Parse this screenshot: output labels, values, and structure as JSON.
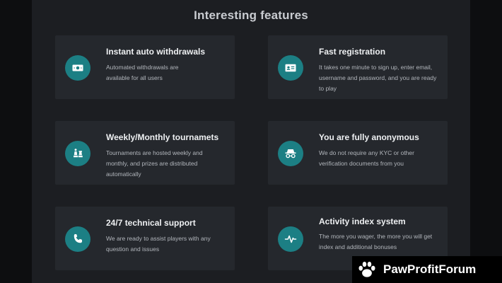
{
  "section": {
    "title": "Interesting features"
  },
  "features": [
    {
      "title": "Instant auto withdrawals",
      "description": "Automated withdrawals are available for all users",
      "icon": "money-icon"
    },
    {
      "title": "Fast registration",
      "description": "It takes one minute to sign up, enter email, username and password, and you are ready to play",
      "icon": "id-card-icon"
    },
    {
      "title": "Weekly/Monthly tournamets",
      "description": "Tournaments are hosted weekly and monthly, and prizes are distributed automatically",
      "icon": "chess-icon"
    },
    {
      "title": "You are fully anonymous",
      "description": "We do not require any KYC or other verification documents from you",
      "icon": "incognito-icon"
    },
    {
      "title": "24/7 technical support",
      "description": "We are ready to assist players with any question and issues",
      "icon": "phone-icon"
    },
    {
      "title": "Activity index system",
      "description": "The more you wager, the more you will get index and additional bonuses",
      "icon": "pulse-icon"
    }
  ],
  "watermark": {
    "brand": "PawProfitForum",
    "icon": "paw-icon"
  },
  "colors": {
    "accent": "#1c7f84",
    "card": "#25282d",
    "panel": "#1c1e22",
    "background": "#0d0e10"
  }
}
